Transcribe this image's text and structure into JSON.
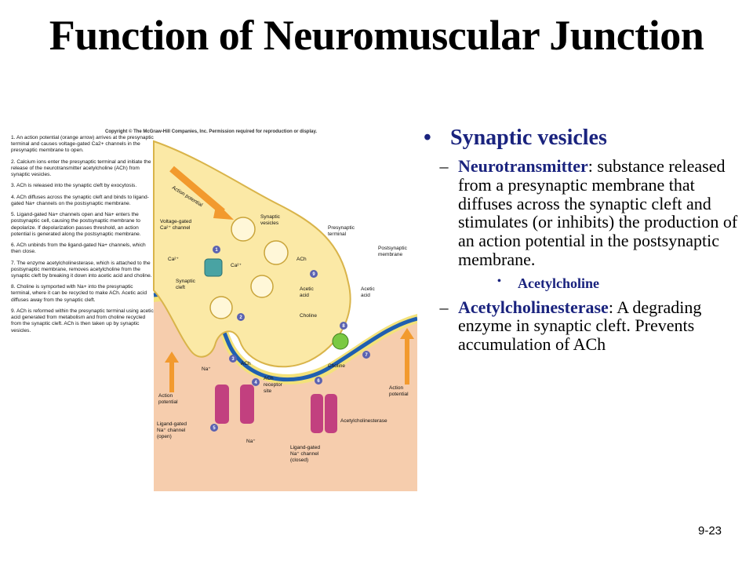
{
  "slide": {
    "title": "Function of Neuromuscular Junction",
    "page_number": "9-23"
  },
  "figure": {
    "copyright": "Copyright © The McGraw-Hill Companies, Inc. Permission required for reproduction or display.",
    "steps": [
      "1. An action potential (orange arrow) arrives at the presynaptic terminal and causes voltage-gated Ca2+ channels in the presynaptic membrane to open.",
      "2. Calcium ions enter the presynaptic terminal and initiate the release of the neurotransmitter acetylcholine (ACh) from synaptic vesicles.",
      "3. ACh is released into the synaptic cleft by exocytosis.",
      "4. ACh diffuses across the synaptic cleft and binds to ligand-gated Na+ channels on the postsynaptic membrane.",
      "5. Ligand-gated Na+ channels open and Na+ enters the postsynaptic cell, causing the postsynaptic membrane to depolarize. If depolarization passes threshold, an action potential is generated along the postsynaptic membrane.",
      "6. ACh unbinds from the ligand-gated Na+ channels, which then close.",
      "7. The enzyme acetylcholinesterase, which is attached to the postsynaptic membrane, removes acetylcholine from the synaptic cleft by breaking it down into acetic acid and choline.",
      "8. Choline is symported with Na+ into the presynaptic terminal, where it can be recycled to make ACh. Acetic acid diffuses away from the synaptic cleft.",
      "9. ACh is reformed within the presynaptic terminal using acetic acid generated from metabolism and from choline recycled from the synaptic cleft. ACh is then taken up by synaptic vesicles."
    ],
    "labels": {
      "action_potential_top": "Action potential",
      "voltage_gated": "Voltage-gated",
      "ca_channel": "Ca²⁺ channel",
      "synaptic_vesicles_1": "Synaptic",
      "synaptic_vesicles_2": "vesicles",
      "presynaptic_1": "Presynaptic",
      "presynaptic_2": "terminal",
      "postsynaptic_1": "Postsynaptic",
      "postsynaptic_2": "membrane",
      "ca2_a": "Ca²⁺",
      "ca2_b": "Ca²⁺",
      "synaptic_cleft_1": "Synaptic",
      "synaptic_cleft_2": "cleft",
      "ach_a": "ACh",
      "ach_b": "ACh",
      "acetic_acid_1": "Acetic",
      "acetic_acid_2": "acid",
      "acetic_acid_3": "Acetic",
      "acetic_acid_4": "acid",
      "choline_a": "Choline",
      "choline_b": "Choline",
      "na_a": "Na⁺",
      "na_b": "Na⁺",
      "ach_receptor_1": "ACh",
      "ach_receptor_2": "receptor",
      "ach_receptor_3": "site",
      "action_potential_l1": "Action",
      "action_potential_l2": "potential",
      "action_potential_r1": "Action",
      "action_potential_r2": "potential",
      "ligand_open_1": "Ligand-gated",
      "ligand_open_2": "Na⁺ channel",
      "ligand_open_3": "(open)",
      "ligand_closed_1": "Ligand-gated",
      "ligand_closed_2": "Na⁺ channel",
      "ligand_closed_3": "(closed)",
      "acetylcholinesterase": "Acetylcholinesterase",
      "n1": "1",
      "n2": "2",
      "n3": "3",
      "n4": "4",
      "n5": "5",
      "n6": "6",
      "n7": "7",
      "n8": "8",
      "n9": "9"
    }
  },
  "content": {
    "bullet": "Synaptic vesicles",
    "item1_term": "Neurotransmitter",
    "item1_text": ": substance released from a presynaptic membrane that diffuses across the synaptic cleft and stimulates (or inhibits) the production of an action potential in the postsynaptic membrane.",
    "subbullet": "Acetylcholine",
    "item2_term": "Acetylcholinesterase",
    "item2_text": ": A degrading enzyme in synaptic cleft. Prevents accumulation of ACh"
  },
  "colors": {
    "title": "#000000",
    "accent_blue": "#1a237e",
    "terminal_fill": "#fbe9a6",
    "cleft_fill": "#f6c9b6",
    "muscle_fill": "#f3e27a",
    "membrane_blue": "#1f5fb0",
    "arrow_orange": "#f29a2e",
    "channel_pink": "#c2407f"
  }
}
